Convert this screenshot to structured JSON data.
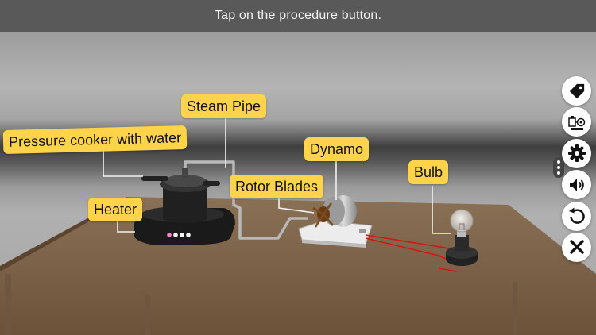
{
  "instruction": "Tap on the procedure button.",
  "labels": {
    "steam_pipe": "Steam Pipe",
    "pressure_cooker": "Pressure cooker with water",
    "dynamo": "Dynamo",
    "bulb": "Bulb",
    "rotor_blades": "Rotor Blades",
    "heater": "Heater"
  },
  "toolbar": [
    {
      "icon": "tag-icon"
    },
    {
      "icon": "procedure-icon"
    },
    {
      "icon": "gear-icon"
    },
    {
      "icon": "speaker-icon"
    },
    {
      "icon": "reset-icon"
    },
    {
      "icon": "close-icon"
    }
  ],
  "more_menu_icon": "more-dots-icon",
  "colors": {
    "label": "#ffd34a",
    "banner": "#595959",
    "table": "#7a5f43"
  }
}
